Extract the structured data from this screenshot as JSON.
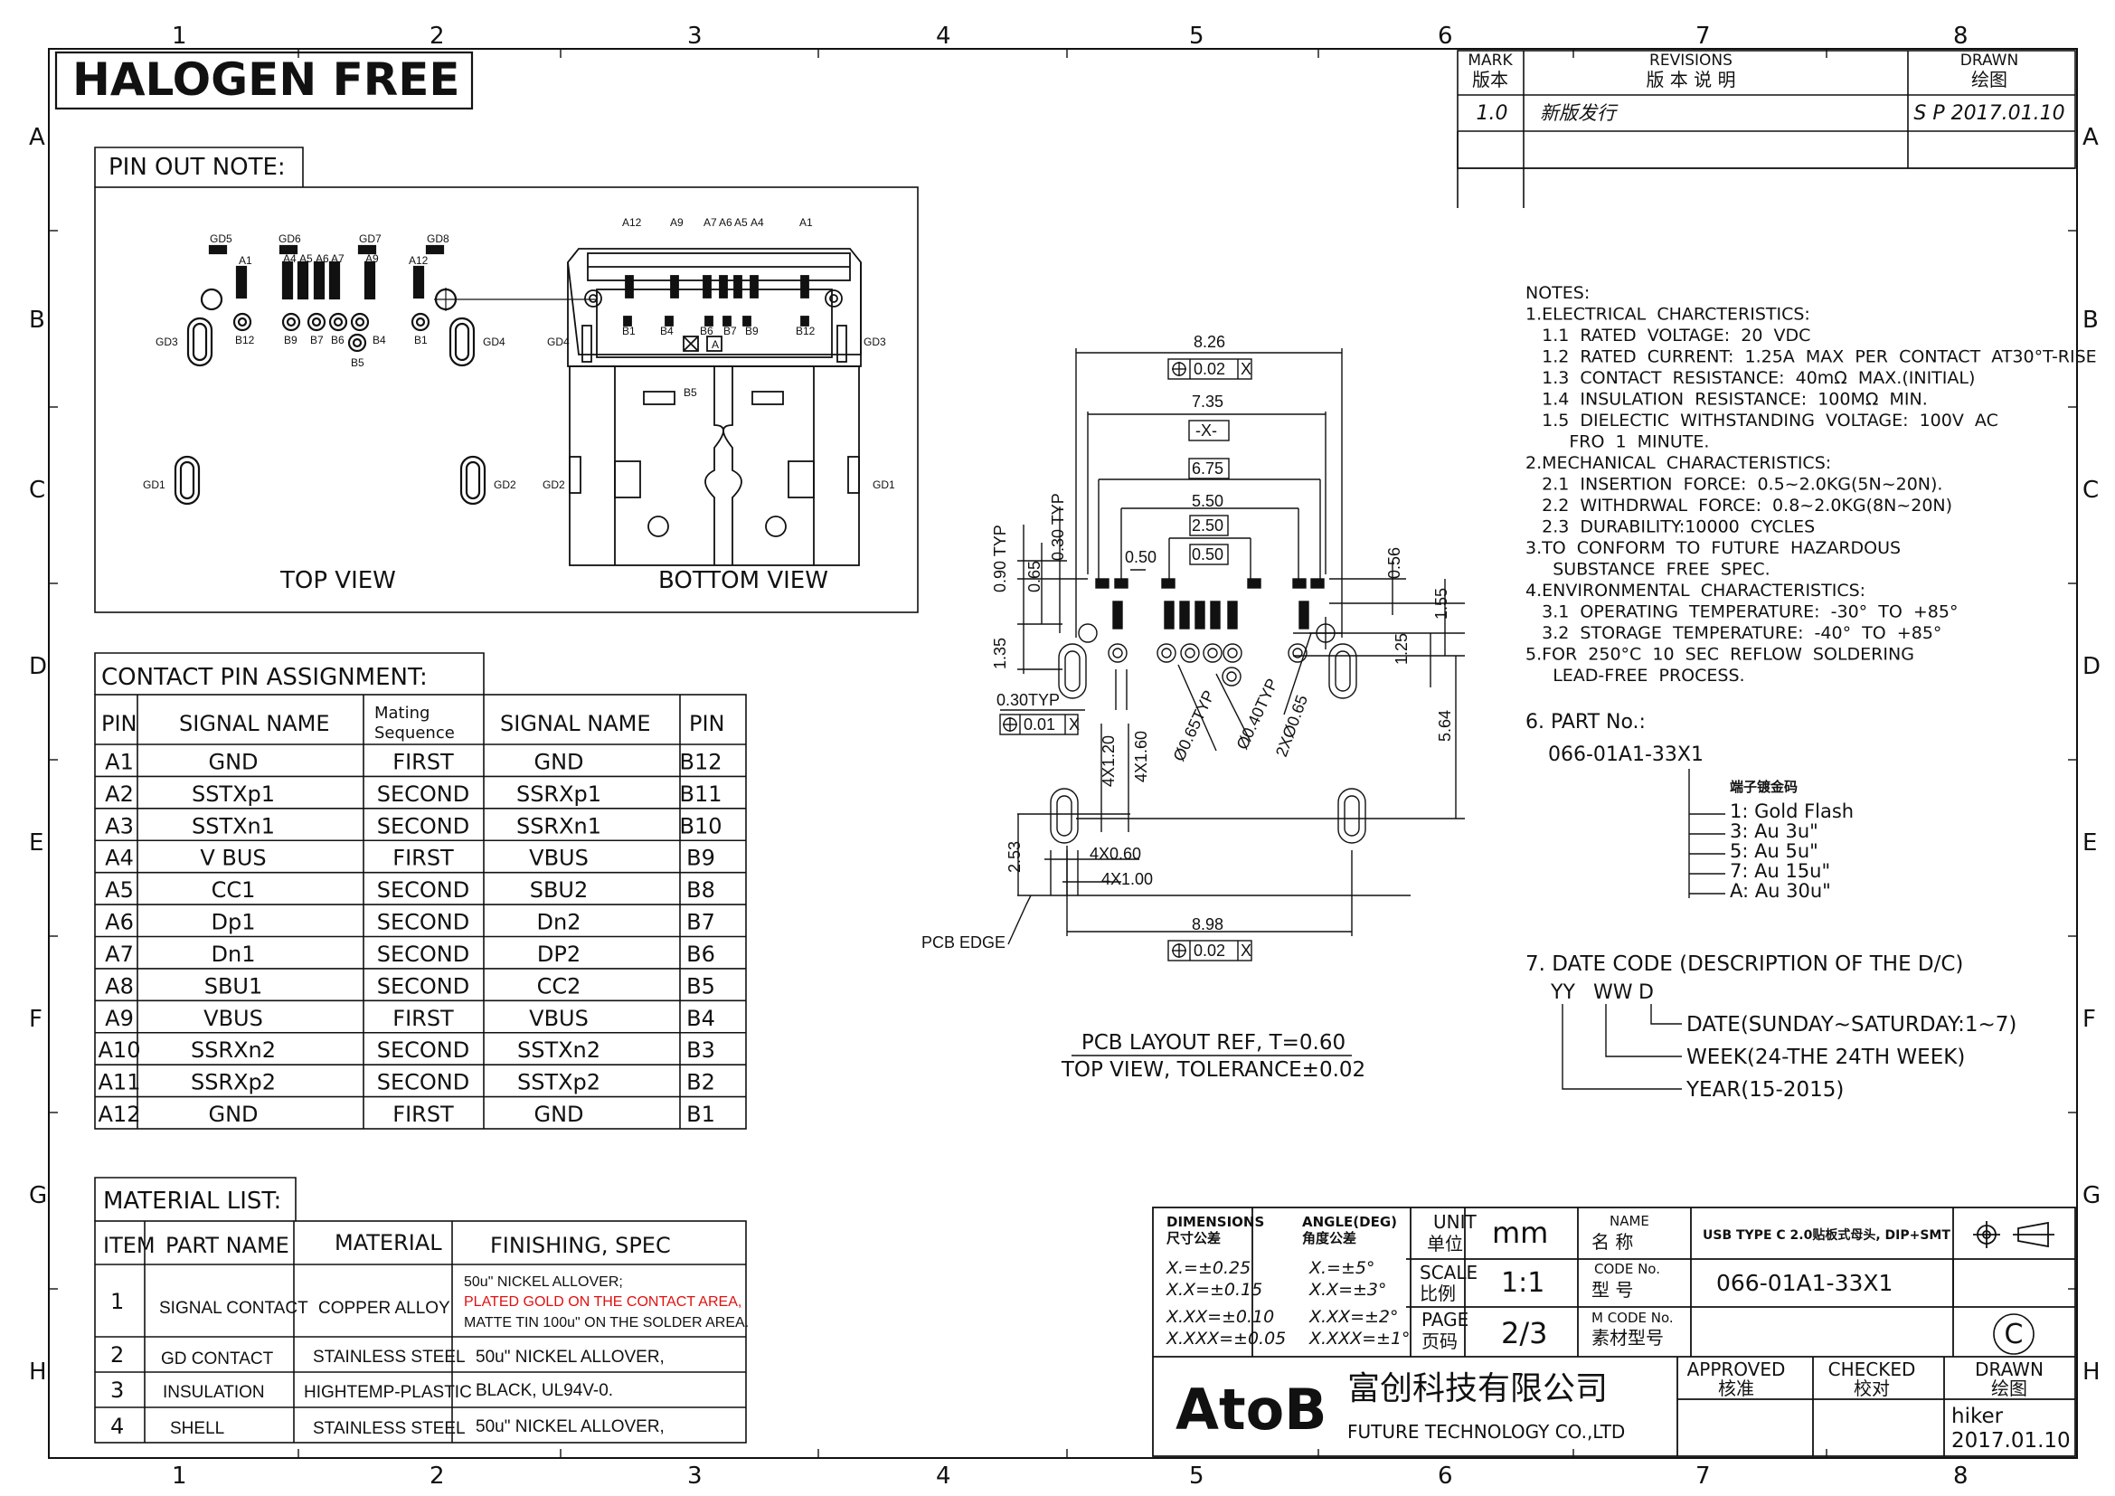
{
  "halogen": "HALOGEN FREE",
  "grid": {
    "cols": [
      "1",
      "2",
      "3",
      "4",
      "5",
      "6",
      "7",
      "8"
    ],
    "rows": [
      "A",
      "B",
      "C",
      "D",
      "E",
      "F",
      "G",
      "H"
    ]
  },
  "revisions": {
    "mark_h": "MARK",
    "mark_h2": "版本",
    "rev_h": "REVISIONS",
    "rev_h2": "版  本  说  明",
    "drawn_h": "DRAWN",
    "drawn_h2": "绘图",
    "row_mark": "1.0",
    "row_desc": "新版发行",
    "row_drawn": "S P  2017.01.10"
  },
  "pinout": {
    "title": "PIN  OUT  NOTE:",
    "top_view": "TOP  VIEW",
    "bottom_view": "BOTTOM  VIEW",
    "top_labels": {
      "gd5": "GD5",
      "gd6": "GD6",
      "gd7": "GD7",
      "gd8": "GD8",
      "a1": "A1",
      "a4": "A4",
      "a5": "A5",
      "a6": "A6",
      "a7": "A7",
      "a9": "A9",
      "a12": "A12",
      "gd3": "GD3",
      "gd4": "GD4",
      "b12": "B12",
      "b9": "B9",
      "b7": "B7",
      "b6": "B6",
      "b4": "B4",
      "b1": "B1",
      "b5": "B5",
      "gd1": "GD1",
      "gd2": "GD2"
    },
    "bottom_labels": {
      "a12": "A12",
      "a9": "A9",
      "a7": "A7",
      "a6": "A6",
      "a5": "A5",
      "a4": "A4",
      "a1": "A1",
      "b1": "B1",
      "b4": "B4",
      "b6": "B6",
      "b7": "B7",
      "b9": "B9",
      "b12": "B12",
      "b5": "B5",
      "gd4": "GD4",
      "gd3": "GD3",
      "gd2": "GD2",
      "gd1": "GD1",
      "mark_a": "A"
    }
  },
  "contact": {
    "title": "CONTACT  PIN  ASSIGNMENT:",
    "headers": [
      "PIN",
      "SIGNAL  NAME",
      "Mating\nSequence",
      "SIGNAL  NAME",
      "PIN"
    ],
    "h_mating1": "Mating",
    "h_mating2": "Sequence",
    "rows": [
      [
        "A1",
        "GND",
        "FIRST",
        "GND",
        "B12"
      ],
      [
        "A2",
        "SSTXp1",
        "SECOND",
        "SSRXp1",
        "B11"
      ],
      [
        "A3",
        "SSTXn1",
        "SECOND",
        "SSRXn1",
        "B10"
      ],
      [
        "A4",
        "V BUS",
        "FIRST",
        "VBUS",
        "B9"
      ],
      [
        "A5",
        "CC1",
        "SECOND",
        "SBU2",
        "B8"
      ],
      [
        "A6",
        "Dp1",
        "SECOND",
        "Dn2",
        "B7"
      ],
      [
        "A7",
        "Dn1",
        "SECOND",
        "DP2",
        "B6"
      ],
      [
        "A8",
        "SBU1",
        "SECOND",
        "CC2",
        "B5"
      ],
      [
        "A9",
        "VBUS",
        "FIRST",
        "VBUS",
        "B4"
      ],
      [
        "A10",
        "SSRXn2",
        "SECOND",
        "SSTXn2",
        "B3"
      ],
      [
        "A11",
        "SSRXp2",
        "SECOND",
        "SSTXp2",
        "B2"
      ],
      [
        "A12",
        "GND",
        "FIRST",
        "GND",
        "B1"
      ]
    ]
  },
  "material": {
    "title": "MATERIAL  LIST:",
    "headers": [
      "ITEM",
      "PART  NAME",
      "MATERIAL",
      "FINISHING,  SPEC"
    ],
    "rows": [
      {
        "item": "1",
        "part": "SIGNAL  CONTACT",
        "mat": "COPPER  ALLOY",
        "spec1": "50u\"  NICKEL ALLOVER;",
        "spec2": "PLATED GOLD ON THE CONTACT AREA,",
        "spec3": "MATTE TIN 100u\" ON THE SOLDER AREA."
      },
      {
        "item": "2",
        "part": "GD  CONTACT",
        "mat": "STAINLESS  STEEL",
        "spec1": "50u\"  NICKEL ALLOVER,"
      },
      {
        "item": "3",
        "part": "INSULATION",
        "mat": "HIGHTEMP-PLASTIC",
        "spec1": "BLACK,  UL94V-0."
      },
      {
        "item": "4",
        "part": "SHELL",
        "mat": "STAINLESS  STEEL",
        "spec1": "50u\"  NICKEL ALLOVER,"
      }
    ],
    "red": "#e01010"
  },
  "pcb": {
    "dims": {
      "d826": "8.26",
      "tol1": "0.02",
      "x1": "X",
      "d735": "7.35",
      "xref": "-X-",
      "d675": "6.75",
      "d550": "5.50",
      "d250": "2.50",
      "d050b": "0.50",
      "d050": "0.50",
      "d056": "0.56",
      "d155": "1.55",
      "d125": "1.25",
      "d564": "5.64",
      "d090": "0.90  TYP",
      "d065": "0.65",
      "d030": "0.30  TYP",
      "d135": "1.35",
      "d030typ": "0.30TYP",
      "tol2": "0.01",
      "x2": "X",
      "d120": "4X1.20",
      "d160": "4X1.60",
      "d065typ": "Ø0.65TYP",
      "d040typ": "Ø0.40TYP",
      "d2x065": "2XØ0.65",
      "d253": "2.53",
      "d4x060": "4X0.60",
      "d4x100": "4X1.00",
      "d898": "8.98",
      "tol3": "0.02",
      "x3": "X",
      "pcb_edge": "PCB  EDGE"
    },
    "caption1": "PCB  LAYOUT  REF,  T=0.60",
    "caption2": "TOP  VIEW,  TOLERANCE±0.02"
  },
  "notes": {
    "lines": [
      "NOTES:",
      "1.ELECTRICAL  CHARCTERISTICS:",
      "   1.1  RATED  VOLTAGE:  20  VDC",
      "   1.2  RATED  CURRENT:  1.25A  MAX  PER  CONTACT  AT30°T-RISE",
      "   1.3  CONTACT  RESISTANCE:  40mΩ  MAX.(INITIAL)",
      "   1.4  INSULATION  RESISTANCE:  100MΩ  MIN.",
      "   1.5  DIELECTIC  WITHSTANDING  VOLTAGE:  100V  AC",
      "        FRO  1  MINUTE.",
      "2.MECHANICAL  CHARACTERISTICS:",
      "   2.1  INSERTION  FORCE:  0.5~2.0KG(5N~20N).",
      "   2.2  WITHDRWAL  FORCE:  0.8~2.0KG(8N~20N)",
      "   2.3  DURABILITY:10000  CYCLES",
      "3.TO  CONFORM  TO  FUTURE  HAZARDOUS",
      "     SUBSTANCE  FREE  SPEC.",
      "4.ENVIRONMENTAL  CHARACTERISTICS:",
      "   3.1  OPERATING  TEMPERATURE:  -30°  TO  +85°",
      "   3.2  STORAGE  TEMPERATURE:  -40°  TO  +85°",
      "5.FOR  250°C  10  SEC  REFLOW  SOLDERING",
      "     LEAD-FREE  PROCESS."
    ],
    "part_title": "6.  PART  No.:",
    "part_no": "066-01A1-33X1",
    "plating_title": "端子镀金码",
    "plating": [
      "1:  Gold  Flash",
      "3:  Au  3u\"",
      "5:  Au  5u\"",
      "7:  Au  15u\"",
      "A:  Au  30u\""
    ],
    "date_title": "7.  DATE  CODE  (DESCRIPTION  OF  THE  D/C)",
    "date_code": [
      "YY",
      "WW",
      "D"
    ],
    "date_desc": [
      "DATE(SUNDAY~SATURDAY:1~7)",
      "WEEK(24-THE  24TH  WEEK)",
      "YEAR(15-2015)"
    ]
  },
  "titleblock": {
    "dim_h": "DIMENSIONS",
    "dim_h2": "尺寸公差",
    "ang_h": "ANGLE(DEG)",
    "ang_h2": "角度公差",
    "tol": [
      "X.=±0.25",
      "X.X=±0.15",
      "X.XX=±0.10",
      "X.XXX=±0.05"
    ],
    "ang": [
      "X.=±5°",
      "X.X=±3°",
      "X.XX=±2°",
      "X.XXX=±1°"
    ],
    "unit_h": "UNIT",
    "unit_h2": "单位",
    "unit": "mm",
    "scale_h": "SCALE",
    "scale_h2": "比例",
    "scale": "1:1",
    "page_h": "PAGE",
    "page_h2": "页码",
    "page": "2/3",
    "name_h": "NAME",
    "name_h2": "名    称",
    "name": "USB TYPE C 2.0贴板式母头, DIP+SMT",
    "code_h": "CODE No.",
    "code_h2": "型    号",
    "code": "066-01A1-33X1",
    "mcode_h": "M CODE No.",
    "mcode_h2": "素材型号",
    "logo": "AtoB",
    "company_cn": "富创科技有限公司",
    "company_en": "FUTURE  TECHNOLOGY  CO.,LTD",
    "approved_h": "APPROVED",
    "approved_h2": "核准",
    "checked_h": "CHECKED",
    "checked_h2": "校对",
    "drawn_h": "DRAWN",
    "drawn_h2": "绘图",
    "drawn_by": "hiker",
    "drawn_date": "2017.01.10",
    "rev_symbol": "C"
  }
}
